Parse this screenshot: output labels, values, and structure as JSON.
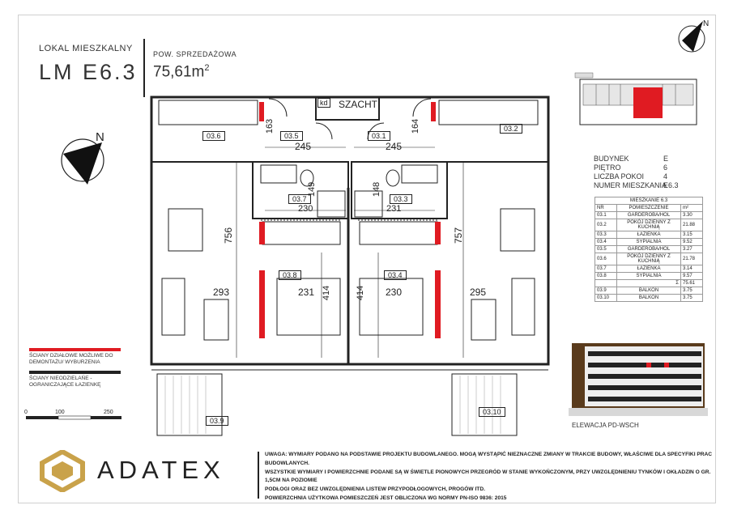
{
  "header": {
    "unit_label": "LOKAL MIESZKALNY",
    "unit_code": "LM E6.3",
    "area_label": "POW. SPRZEDAŻOWA",
    "area_value": "75,61m",
    "area_unit_sup": "2"
  },
  "plan": {
    "north": "N",
    "shaft": "SZACHT",
    "kd": "kd",
    "rooms": [
      "03.6",
      "03.5",
      "03.1",
      "03.2",
      "03.7",
      "03.3",
      "03.8",
      "03.4",
      "03.9",
      "03.10"
    ],
    "dims": [
      "163",
      "245",
      "164",
      "245",
      "149",
      "148",
      "230",
      "231",
      "756",
      "757",
      "293",
      "231",
      "414",
      "414",
      "230",
      "295"
    ],
    "scale": [
      "0",
      "100",
      "250"
    ]
  },
  "legend": {
    "red": "ŚCIANY DZIAŁOWE MOŻLIWE DO DEMONTAŻU/ WYBURZENIA",
    "black": "ŚCIANY NIEODZIELAŃE - OGRANICZAJĄCE ŁAZIENKĘ"
  },
  "info": {
    "rows": [
      {
        "label": "BUDYNEK",
        "value": "E"
      },
      {
        "label": "PIĘTRO",
        "value": "6"
      },
      {
        "label": "LICZBA POKOI",
        "value": "4"
      },
      {
        "label": "NUMER MIESZKANIA",
        "value": "E6.3"
      }
    ]
  },
  "rooms_table": {
    "title": "MIESZKANIE 6.3",
    "head": {
      "nr": "NR",
      "name": "POMIESZCZENIE",
      "unit": "m²"
    },
    "rows": [
      {
        "nr": "03.1",
        "name": "GARDEROBA/HOL",
        "area": "3.30"
      },
      {
        "nr": "03.2",
        "name": "POKÓJ DZIENNY Z KUCHNIĄ",
        "area": "21.88"
      },
      {
        "nr": "03.3",
        "name": "ŁAZIENKA",
        "area": "3.15"
      },
      {
        "nr": "03.4",
        "name": "SYPIALNIA",
        "area": "9.52"
      },
      {
        "nr": "03.5",
        "name": "GARDEROBA/HOL",
        "area": "3.27"
      },
      {
        "nr": "03.6",
        "name": "POKÓJ DZIENNY Z KUCHNIĄ",
        "area": "21.78"
      },
      {
        "nr": "03.7",
        "name": "ŁAZIENKA",
        "area": "3.14"
      },
      {
        "nr": "03.8",
        "name": "SYPIALNIA",
        "area": "9.57"
      }
    ],
    "sum_symbol": "Σ",
    "sum_value": "75.61",
    "extra": [
      {
        "nr": "03.9",
        "name": "BALKON",
        "area": "3.75"
      },
      {
        "nr": "03.10",
        "name": "BALKON",
        "area": "3.75"
      }
    ]
  },
  "elevation_caption": "ELEWACJA PD-WSCH",
  "brand": {
    "name": "ADATEX",
    "accent": "#c9a24a"
  },
  "notice": {
    "line1": "UWAGA: WYMIARY PODANO NA PODSTAWIE PROJEKTU BUDOWLANEGO. MOGĄ WYSTĄPIĆ NIEZNACZNE ZMIANY W TRAKCIE BUDOWY, WŁAŚCIWE DLA SPECYFIKI PRAC BUDOWLANYCH.",
    "line2": "WSZYSTKIE WYMIARY I POWIERZCHNIE PODANE SĄ W ŚWIETLE PIONOWYCH PRZEGRÓD W STANIE WYKOŃCZONYM, PRZY UWZGLĘDNIENIU TYNKÓW I OKŁADZIN O GR. 1,5CM NA POZIOMIE",
    "line3": "PODŁOGI ORAZ BEZ UWZGLĘDNIENIA LISTEW PRZYPODŁOGOWYCH, PROGÓW ITD.",
    "line4": "POWIERZCHNIA UŻYTKOWA POMIESZCZEŃ JEST OBLICZONA WG NORMY PN-ISO 9836: 2015"
  }
}
